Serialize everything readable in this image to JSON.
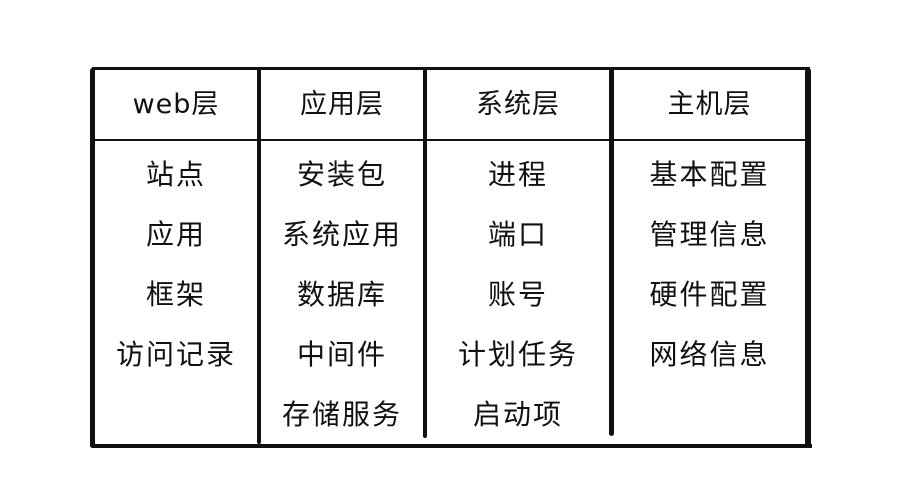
{
  "columns": [
    {
      "header": "web层",
      "items": [
        "站点",
        "应用",
        "框架",
        "访问记录"
      ]
    },
    {
      "header": "应用层",
      "items": [
        "安装包",
        "系统应用",
        "数据库",
        "中间件",
        "存储服务"
      ]
    },
    {
      "header": "系统层",
      "items": [
        "进程",
        "端口",
        "账号",
        "计划任务",
        "启动项"
      ]
    },
    {
      "header": "主机层",
      "items": [
        "基本配置",
        "管理信息",
        "硬件配置",
        "网络信息"
      ]
    }
  ]
}
